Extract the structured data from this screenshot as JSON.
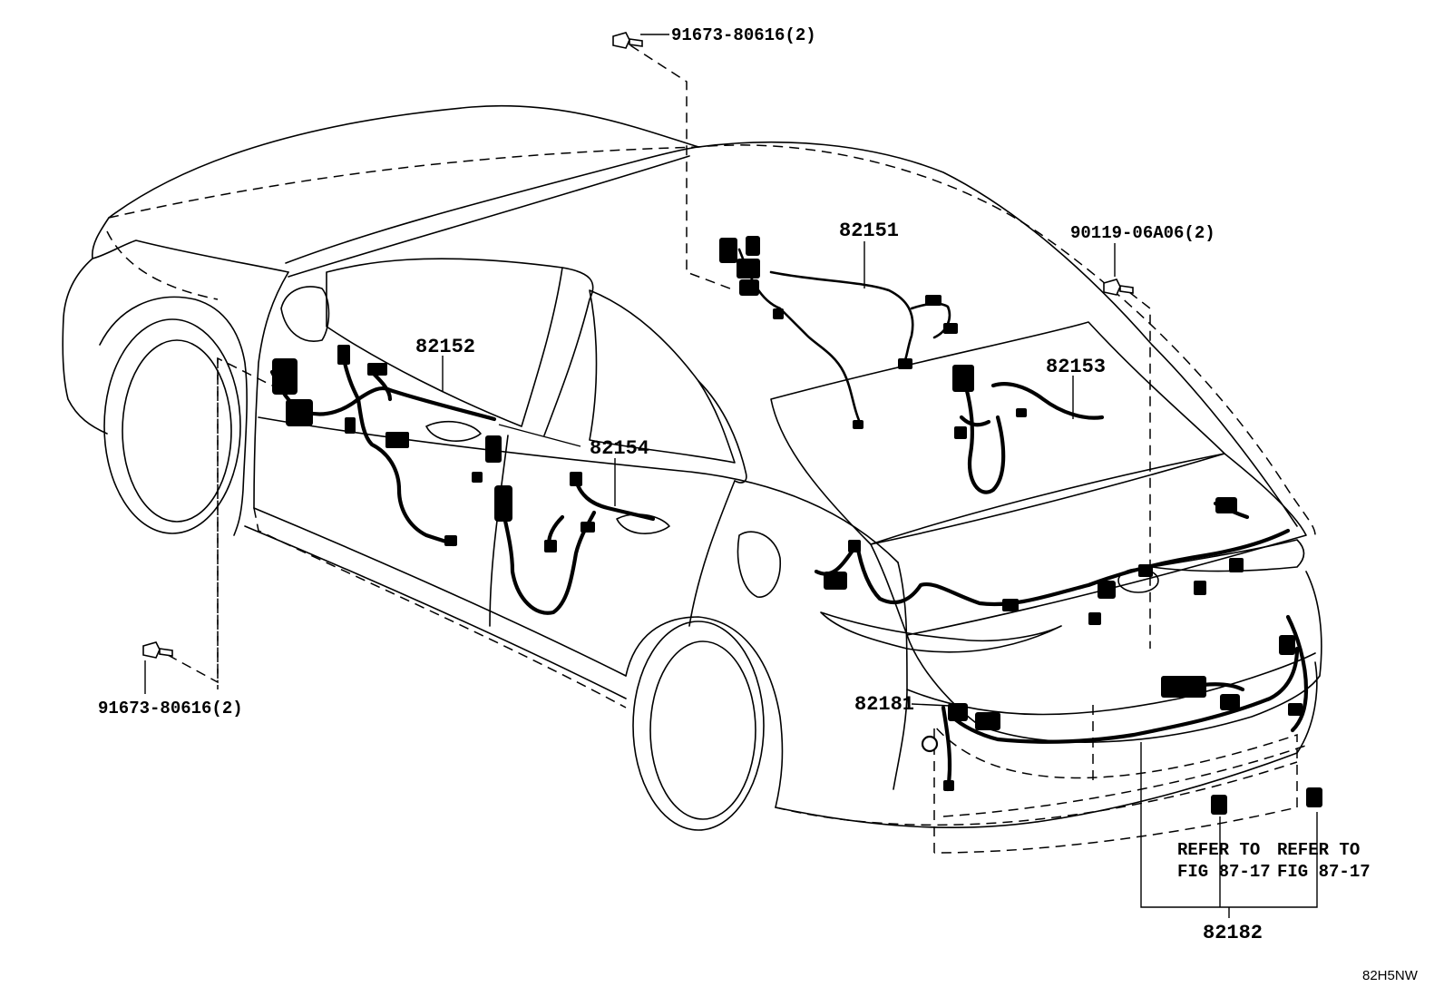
{
  "diagram": {
    "labels": {
      "bolt_top": "91673-80616(2)",
      "bolt_left": "91673-80616(2)",
      "bolt_right": "90119-06A06(2)",
      "p82151": "82151",
      "p82152": "82152",
      "p82153": "82153",
      "p82154": "82154",
      "p82181": "82181",
      "p82182": "82182",
      "refer_left_1": "REFER TO",
      "refer_left_2": "FIG 87-17",
      "refer_right_1": "REFER TO",
      "refer_right_2": "FIG 87-17",
      "figure_code": "82H5NW"
    }
  }
}
